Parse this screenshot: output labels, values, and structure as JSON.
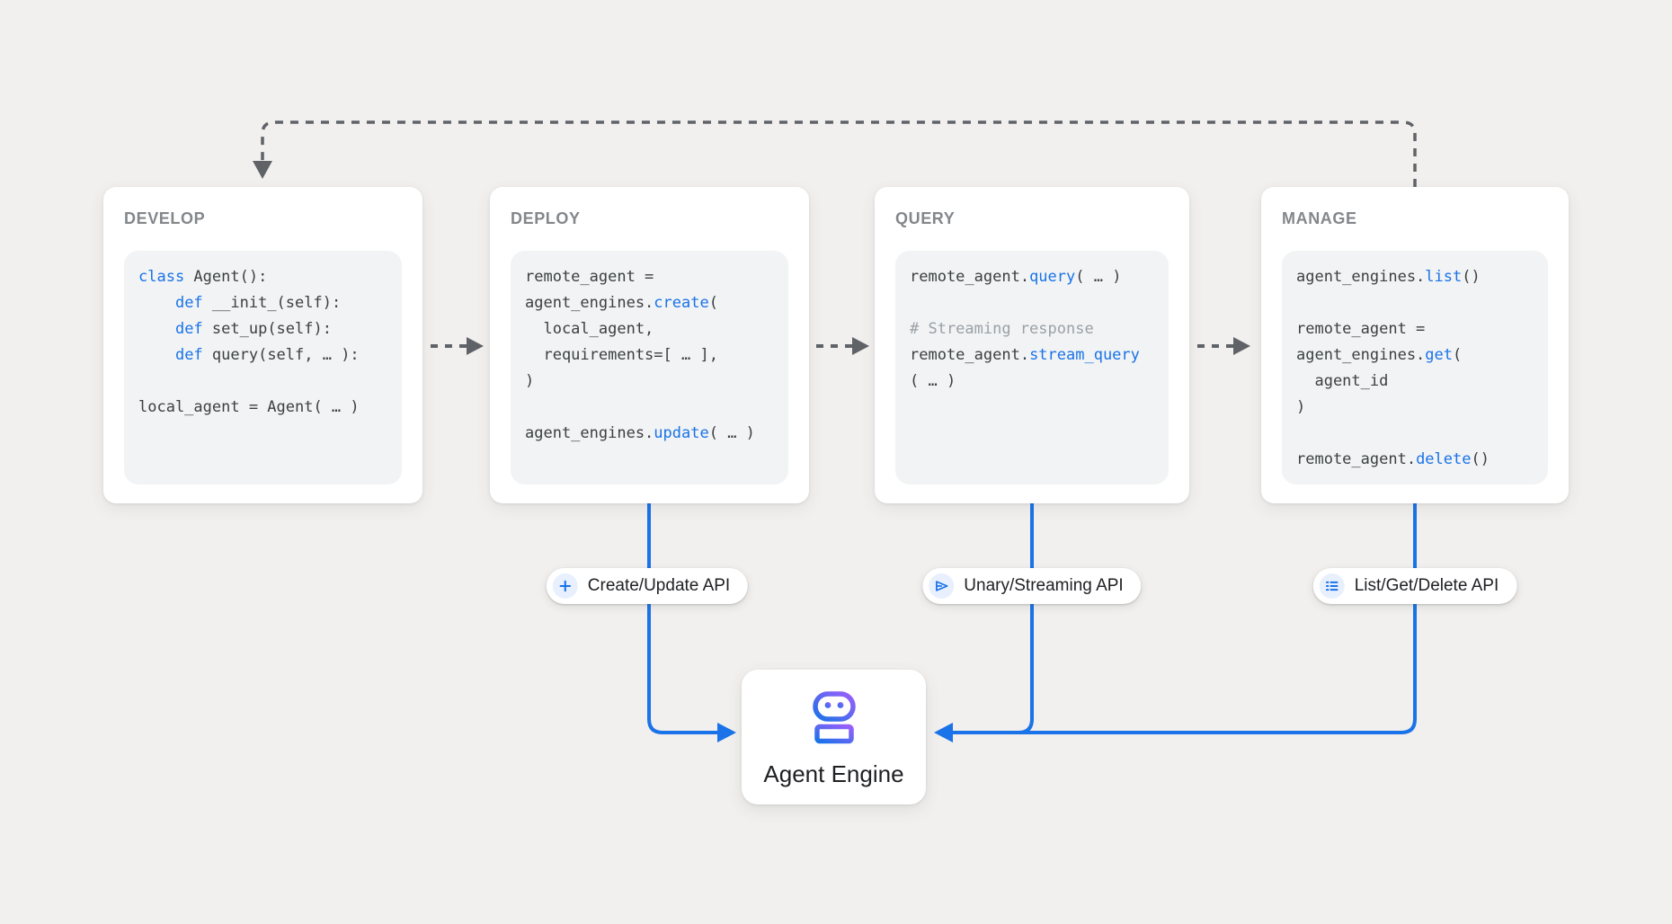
{
  "page": {
    "background": "#f2f0ee"
  },
  "colors": {
    "card_bg": "#ffffff",
    "code_block_bg": "#f1f3f4",
    "code_text": "#3c4043",
    "code_keyword": "#1a73e8",
    "code_comment": "#9aa0a6",
    "card_title_gray": "#83878b",
    "arrow_gray": "#5f6368",
    "connector_blue": "#1a73e8",
    "pill_icon_bg": "#e8f0fe",
    "robot_gradient_blue": "#1a73e8",
    "robot_gradient_purple": "#9c5ffb"
  },
  "cards": [
    {
      "id": "develop",
      "title": "DEVELOP",
      "lines": [
        [
          {
            "t": "class",
            "c": "kw"
          },
          {
            "t": " Agent():",
            "c": "d"
          }
        ],
        [
          {
            "t": "    ",
            "c": "d"
          },
          {
            "t": "def",
            "c": "kw"
          },
          {
            "t": " __init_(self):",
            "c": "d"
          }
        ],
        [
          {
            "t": "    ",
            "c": "d"
          },
          {
            "t": "def",
            "c": "kw"
          },
          {
            "t": " set_up(self):",
            "c": "d"
          }
        ],
        [
          {
            "t": "    ",
            "c": "d"
          },
          {
            "t": "def",
            "c": "kw"
          },
          {
            "t": " query(self, … ):",
            "c": "d"
          }
        ],
        [],
        [
          {
            "t": "local_agent = Agent( … )",
            "c": "d"
          }
        ]
      ]
    },
    {
      "id": "deploy",
      "title": "DEPLOY",
      "lines": [
        [
          {
            "t": "remote_agent =",
            "c": "d"
          }
        ],
        [
          {
            "t": "agent_engines.",
            "c": "d"
          },
          {
            "t": "create",
            "c": "fn"
          },
          {
            "t": "(",
            "c": "d"
          }
        ],
        [
          {
            "t": "  local_agent,",
            "c": "d"
          }
        ],
        [
          {
            "t": "  requirements=[ … ],",
            "c": "d"
          }
        ],
        [
          {
            "t": ")",
            "c": "d"
          }
        ],
        [],
        [
          {
            "t": "agent_engines.",
            "c": "d"
          },
          {
            "t": "update",
            "c": "fn"
          },
          {
            "t": "( … )",
            "c": "d"
          }
        ]
      ]
    },
    {
      "id": "query",
      "title": "QUERY",
      "lines": [
        [
          {
            "t": "remote_agent.",
            "c": "d"
          },
          {
            "t": "query",
            "c": "fn"
          },
          {
            "t": "( … )",
            "c": "d"
          }
        ],
        [],
        [
          {
            "t": "# Streaming response",
            "c": "cm"
          }
        ],
        [
          {
            "t": "remote_agent.",
            "c": "d"
          },
          {
            "t": "stream_query",
            "c": "fn"
          }
        ],
        [
          {
            "t": "( … )",
            "c": "d"
          }
        ]
      ]
    },
    {
      "id": "manage",
      "title": "MANAGE",
      "lines": [
        [
          {
            "t": "agent_engines.",
            "c": "d"
          },
          {
            "t": "list",
            "c": "fn"
          },
          {
            "t": "()",
            "c": "d"
          }
        ],
        [],
        [
          {
            "t": "remote_agent =",
            "c": "d"
          }
        ],
        [
          {
            "t": "agent_engines.",
            "c": "d"
          },
          {
            "t": "get",
            "c": "fn"
          },
          {
            "t": "(",
            "c": "d"
          }
        ],
        [
          {
            "t": "  agent_id",
            "c": "d"
          }
        ],
        [
          {
            "t": ")",
            "c": "d"
          }
        ],
        [],
        [
          {
            "t": "remote_agent.",
            "c": "d"
          },
          {
            "t": "delete",
            "c": "fn"
          },
          {
            "t": "()",
            "c": "d"
          }
        ]
      ]
    }
  ],
  "pills": [
    {
      "id": "create-update",
      "icon": "plus-icon",
      "label": "Create/Update API"
    },
    {
      "id": "unary-streaming",
      "icon": "send-icon",
      "label": "Unary/Streaming API"
    },
    {
      "id": "list-get-delete",
      "icon": "list-icon",
      "label": "List/Get/Delete API"
    }
  ],
  "engine": {
    "icon": "robot-icon",
    "label": "Agent Engine"
  }
}
